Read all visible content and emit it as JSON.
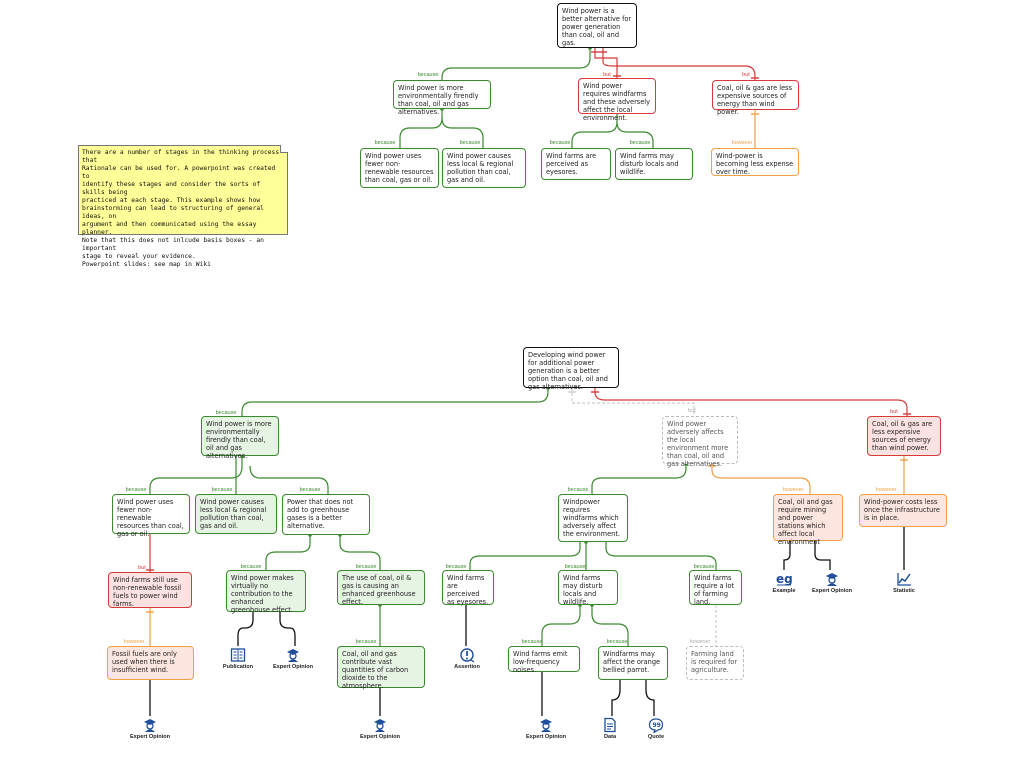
{
  "note": {
    "lines": [
      "There are a number of stages in the thinking process that",
      "Rationale can be used for.  A  powerpoint was created to",
      "identify these stages and consider the sorts of skills being",
      "practiced at each stage. This example shows how",
      "brainstorming can lead to structuring of general ideas, on",
      "argument and then communicated using the essay planner.",
      "Note that this does not inlcude basis boxes - an important",
      "stage to reveal your evidence.",
      "Powerpoint slides: see map in Wiki"
    ]
  },
  "map1": {
    "claim": "Wind power is a better alternative for power generation than coal, oil and gas.",
    "reason_env": "Wind power is more environmentally firendly than coal, oil and gas alternatives.",
    "reason_fewer": "Wind power uses fewer non-renewable resources than coal, gas or oil.",
    "reason_pollution": "Wind power causes less local & regional pollution than coal, gas and oil.",
    "objection_windfarms": "Wind power requires windfarms and these adversely affect the local environment.",
    "reason_eyesores": "Wind farms are perceived as eyesores.",
    "reason_wildlife": "Wind farms may disturb locals and wildlife.",
    "objection_expensive": "Coal, oil & gas are less expensive sources of energy than wind power.",
    "rebuttal_expense": "Wind-power is becoming less expense over time."
  },
  "map2": {
    "claim": "Developing wind power for additional power generation is a better option than coal, oil and gas alternatives.",
    "reason_env": "Wind power is more environmentally firendly than coal, oil and gas alternatives.",
    "reason_fewer": "Wind power uses fewer non-renewable resources than coal, gas or oil.",
    "reason_pollution": "Wind power causes less local & regional pollution than coal, gas and oil.",
    "reason_greenhouse": "Power that does not add to  greenhouse gases is a better alternative.",
    "objection_fossil": "Wind farms still use non-renewable fossil fuels to power wind farms.",
    "rebuttal_fossil": "Fossil fuels are only used when there is insufficient wind.",
    "reason_no_contribution": "Wind power makes virtually no contribution to the enhanced greenhouse effect.",
    "reason_enhanced": "The use of coal, oil & gas is causing an enhanced greenhouse effect.",
    "reason_co2": "Coal, oil and gas contribute vast quantities of carbon dioxide to the atmosphere.",
    "objection_adverse": "Wind power adversely affects the local environment more than coal, oil and gas alternatives.",
    "reason_windfarms": "Windpower requires windfarms which adversely affect the environment.",
    "reason_eyesores": "Wind farms are perceived as eyesores.",
    "reason_wildlife": "Wind farms may disturb locals and wildlife.",
    "reason_land": "Wind farms require a lot of farming land.",
    "reason_noises": "Wind farms emit low-frequency noises.",
    "reason_parrot": "Windfarms may affect the orange bellied parrot.",
    "rebuttal_land": "Farming land is required for agriculture.",
    "rebuttal_mining": "Coal, oil and gas require mining and power stations which affect local environment",
    "objection_expensive": "Coal, oil & gas are less expensive sources of energy than wind power.",
    "rebuttal_cost": "Wind-power costs less once the infrastructure is in place."
  },
  "connectors": {
    "because": "because",
    "but": "but",
    "however": "however"
  },
  "basis": {
    "expert_opinion": "Expert Opinion",
    "publication": "Publication",
    "assertion": "Assertion",
    "example": "Example",
    "statistic": "Statistic",
    "data": "Data",
    "quote": "Quote"
  },
  "colors": {
    "reason": "#3a8a2e",
    "objection": "#d63a3a",
    "rebuttal": "#f0a045",
    "note": "#ffff99",
    "icon": "#1f4e9c"
  }
}
